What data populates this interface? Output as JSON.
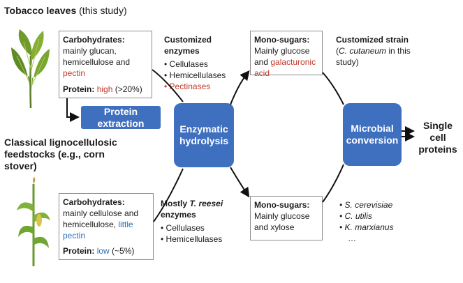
{
  "tobacco": {
    "title_bold": "Tobacco leaves",
    "title_rest": " (this study)",
    "carb_label": "Carbohydrates:",
    "carb_text1": " mainly glucan, hemicellulose and ",
    "carb_red": "pectin",
    "protein_label": "Protein:",
    "protein_value": "high",
    "protein_rest": " (>20%)"
  },
  "protein_extraction": "Protein extraction",
  "lignocellulose": {
    "title": "Classical lignocellulosic feedstocks (e.g., corn stover)",
    "carb_label": "Carbohydrates:",
    "carb_text1": " mainly cellulose and hemicellulose, ",
    "carb_blue": "little pectin",
    "protein_label": "Protein:",
    "protein_value": "low",
    "protein_rest": " (~5%)"
  },
  "enzymes_top": {
    "title": "Customized enzymes",
    "items": [
      "Cellulases",
      "Hemicellulases"
    ],
    "red_item": "Pectinases"
  },
  "enzymes_bottom": {
    "title_pre": "Mostly ",
    "title_italic": "T. reesei",
    "title_post": " enzymes",
    "items": [
      "Cellulases",
      "Hemicellulases"
    ]
  },
  "enzymatic_hydrolysis": "Enzymatic hydrolysis",
  "monosugars_top": {
    "label": "Mono-sugars:",
    "text": "Mainly glucose and ",
    "red": "galacturonic acid"
  },
  "monosugars_bottom": {
    "label": "Mono-sugars:",
    "text": "Mainly glucose and xylose"
  },
  "strain": {
    "title": "Customized strain",
    "paren_open": "(",
    "italic": "C. cutaneum",
    "rest": " in this study)"
  },
  "microbial_conversion": "Microbial conversion",
  "single_cell_proteins": "Single cell proteins",
  "organisms": [
    "S. cerevisiae",
    "C. utilis",
    "K. marxianus"
  ],
  "ellipsis": "…",
  "colors": {
    "pill": "#3f6fbf",
    "highlight_red": "#c0392b",
    "highlight_blue": "#2e6fb7"
  },
  "icons": [
    "tobacco-leaf-icon",
    "corn-plant-icon"
  ]
}
